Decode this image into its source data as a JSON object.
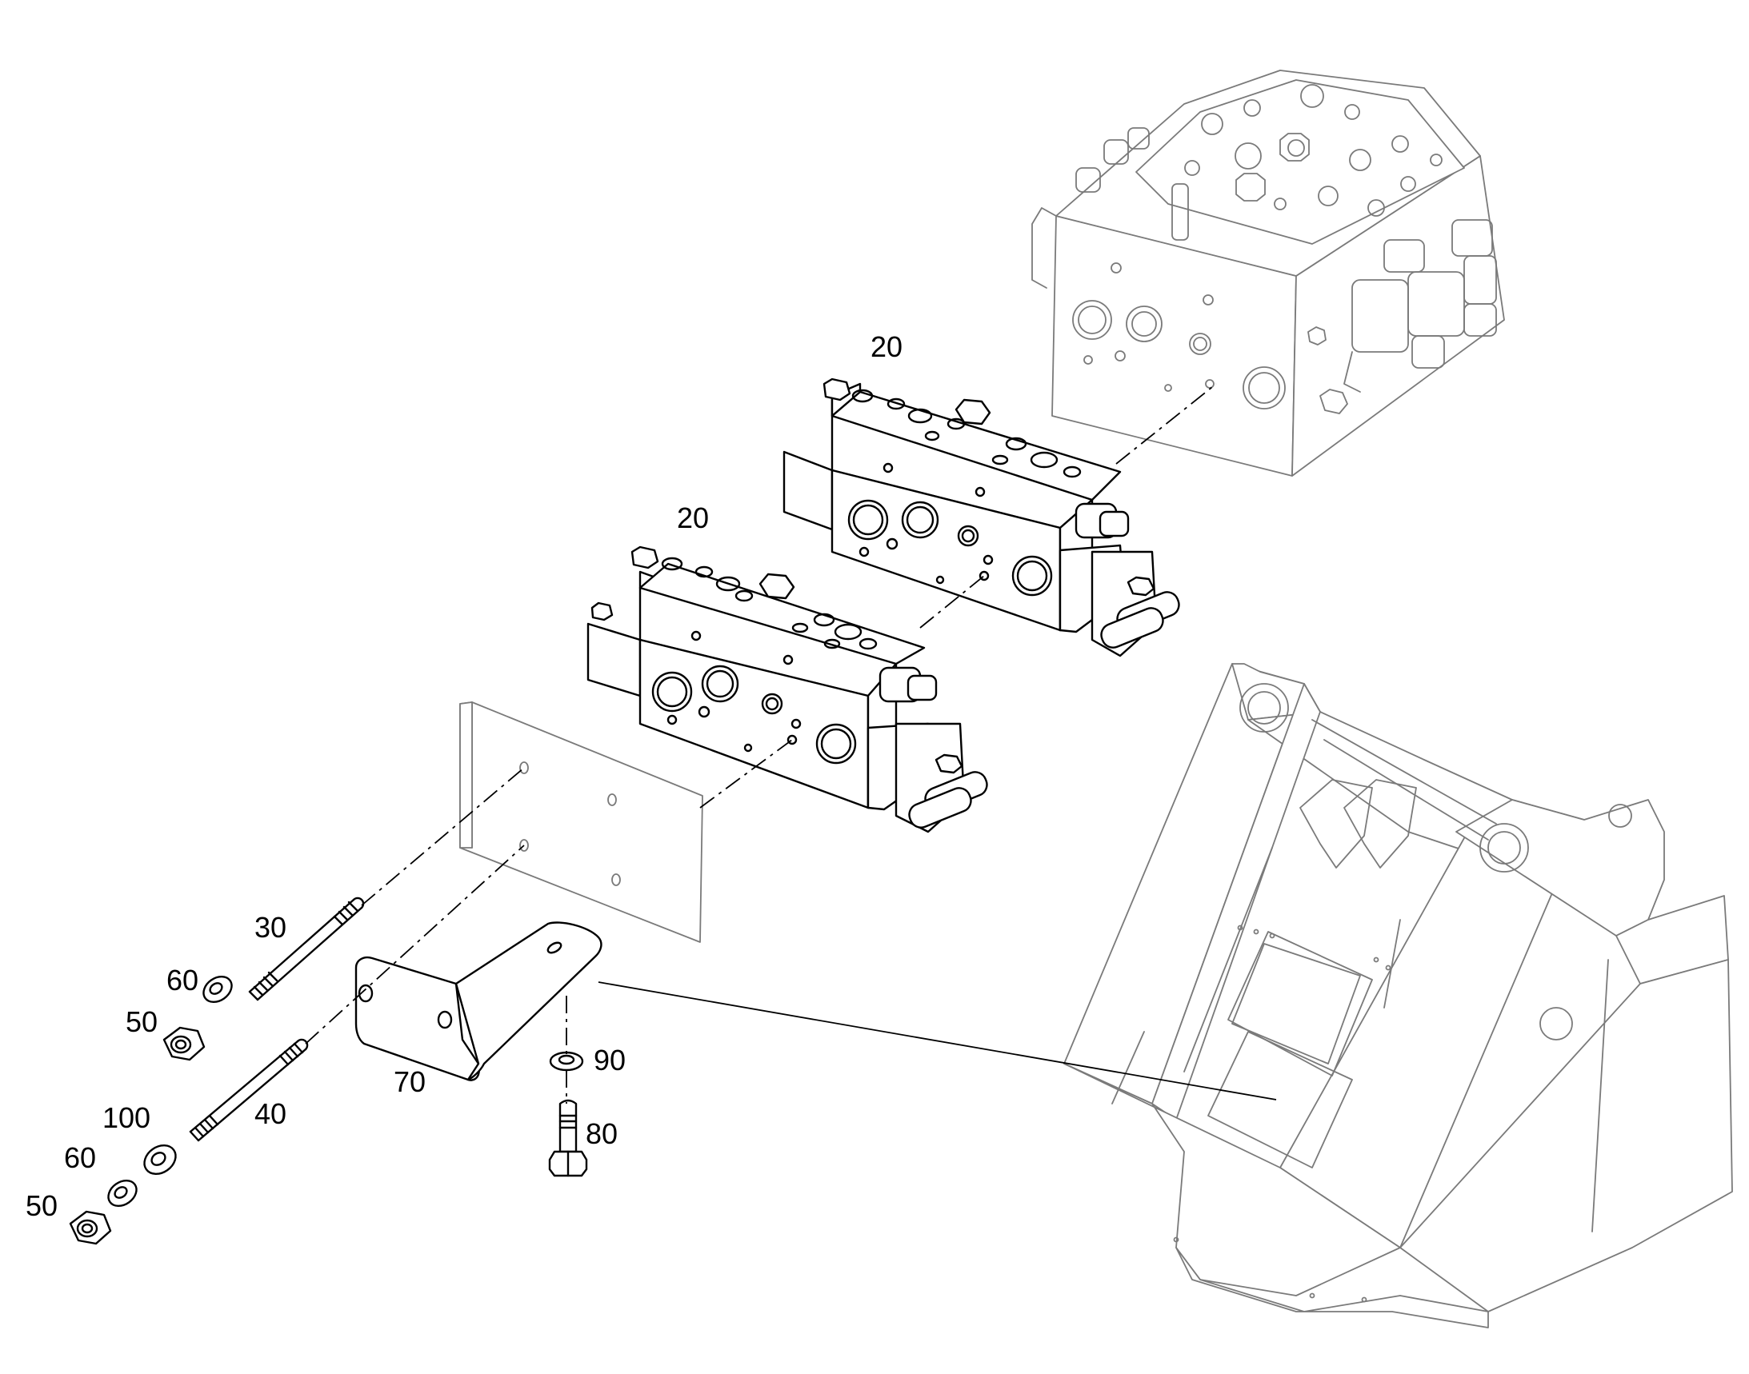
{
  "callouts": {
    "upper_valve": "20",
    "lower_valve": "20",
    "stud_upper": "30",
    "washer_upper": "60",
    "nut_upper": "50",
    "bracket": "70",
    "washer_bolt": "90",
    "bolt": "80",
    "stud_lower": "40",
    "washer_large": "100",
    "washer_lower": "60",
    "nut_lower": "50"
  },
  "colors": {
    "line": "#000000",
    "context_line": "#7a7a7a",
    "background": "#ffffff"
  }
}
